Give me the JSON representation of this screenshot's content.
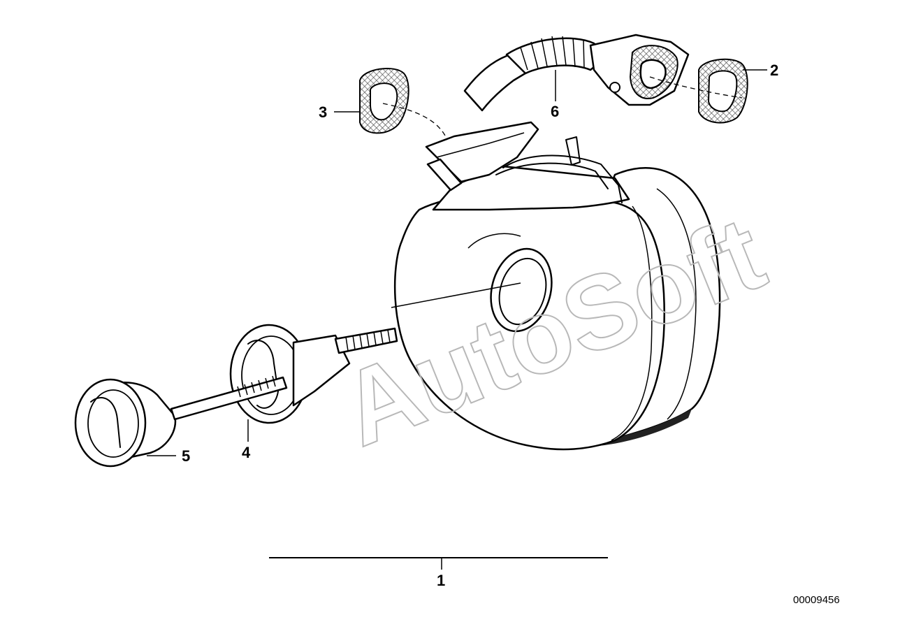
{
  "callouts": {
    "c1": "1",
    "c2": "2",
    "c3": "3",
    "c4": "4",
    "c5": "5",
    "c6": "6"
  },
  "document_number": "00009456",
  "watermark": "AutoSoft"
}
